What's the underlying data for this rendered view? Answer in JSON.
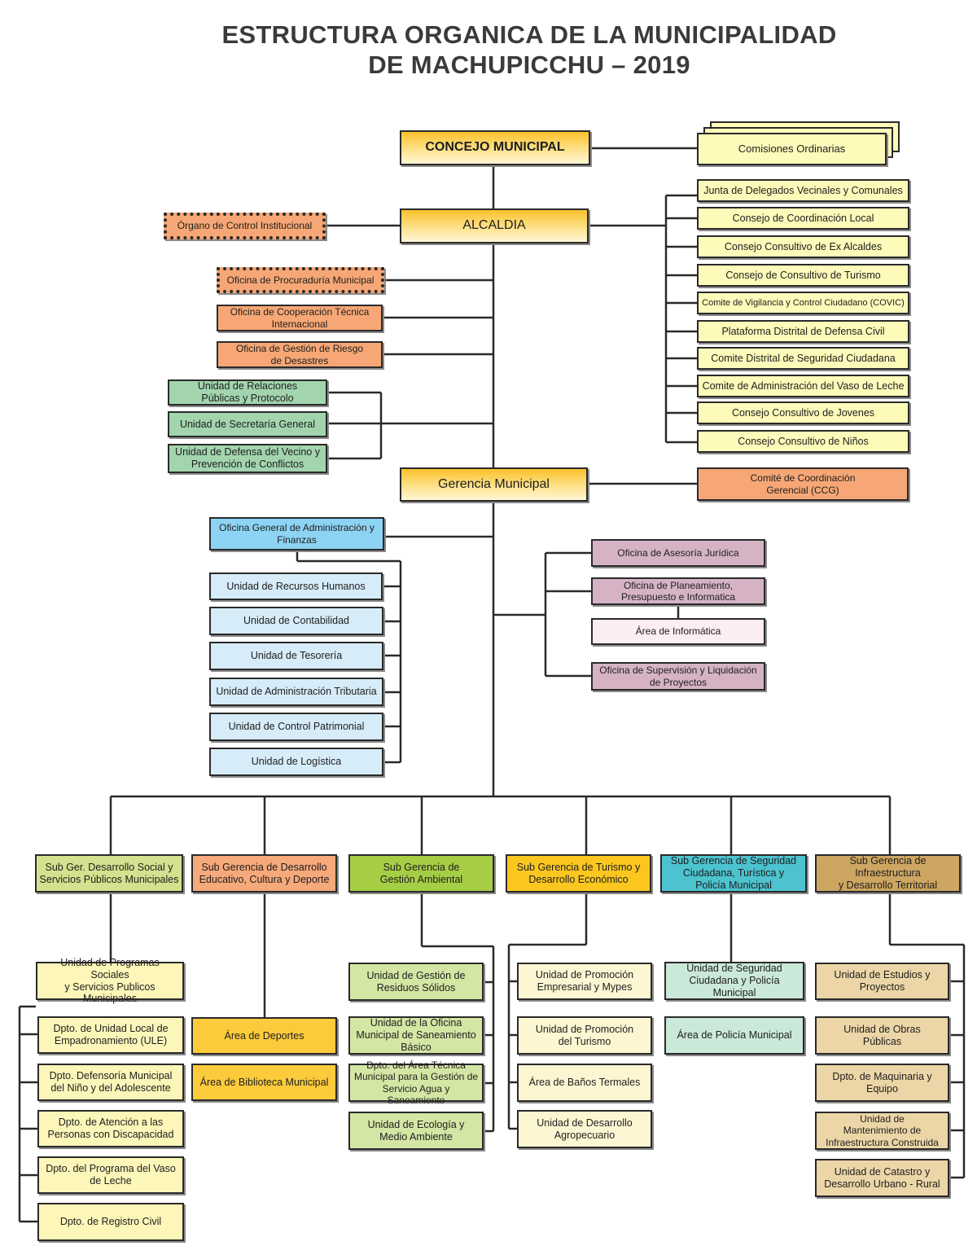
{
  "title": {
    "line1": "ESTRUCTURA ORGANICA DE LA MUNICIPALIDAD",
    "line2": "DE MACHUPICCHU – 2019"
  },
  "main": {
    "concejo": "CONCEJO MUNICIPAL",
    "alcaldia": "ALCALDIA",
    "gerencia": "Gerencia Municipal"
  },
  "comisiones": "Comisiones Ordinarias",
  "control": "Órgano de Control Institucional",
  "councils": [
    "Junta de Delegados Vecinales y Comunales",
    "Consejo de Coordinación Local",
    "Consejo Consultivo de Ex Alcaldes",
    "Consejo de Consultivo de Turismo",
    "Comite de Vigilancia y Control Ciudadano (COVIC)",
    "Plataforma Distrital de Defensa Civil",
    "Comite Distrital de Seguridad Ciudadana",
    "Comite  de Administración del Vaso de Leche",
    "Consejo Consultivo de Jovenes",
    "Consejo Consultivo de Niños"
  ],
  "alcaldia_offices": [
    {
      "l1": "Oficina de Procuraduría Municipal",
      "l2": ""
    },
    {
      "l1": "Oficina de Cooperación Técnica",
      "l2": "Internacional"
    },
    {
      "l1": "Oficina de Gestión de Riesgo",
      "l2": "de Desastres"
    }
  ],
  "green_units": [
    {
      "l1": "Unidad de Relaciones",
      "l2": "Públicas y Protocolo"
    },
    {
      "l1": "Unidad de Secretaría General",
      "l2": ""
    },
    {
      "l1": "Unidad de Defensa del Vecino y",
      "l2": "Prevención de Conflictos"
    }
  ],
  "ccg": {
    "l1": "Comité de Coordinación",
    "l2": "Gerencial (CCG)"
  },
  "admin": {
    "head": {
      "l1": "Oficina General de Administración y",
      "l2": "Finanzas"
    },
    "units": [
      "Unidad de Recursos Humanos",
      "Unidad de Contabilidad",
      "Unidad de Tesorería",
      "Unidad de Administración Tributaria",
      "Unidad de Control Patrimonial",
      "Unidad de Logística"
    ]
  },
  "advisory": [
    {
      "l1": "Oficina de Asesoría Jurídica",
      "l2": ""
    },
    {
      "l1": "Oficina de Planeamiento,",
      "l2": "Presupuesto e Informatica"
    },
    {
      "l1": "Área de Informática",
      "l2": ""
    },
    {
      "l1": "Oficina de Supervisión y Liquidación",
      "l2": "de Proyectos"
    }
  ],
  "subgerencias": [
    {
      "l1": "Sub Ger. Desarrollo Social y",
      "l2": "Servicios Públicos Municipales",
      "l3": ""
    },
    {
      "l1": "Sub Gerencia de Desarrollo",
      "l2": "Educativo, Cultura y Deporte",
      "l3": ""
    },
    {
      "l1": "Sub Gerencia de",
      "l2": "Gestión Ambiental",
      "l3": ""
    },
    {
      "l1": "Sub Gerencia de Turismo y",
      "l2": "Desarrollo Económico",
      "l3": ""
    },
    {
      "l1": "Sub Gerencia de Seguridad",
      "l2": "Ciudadana, Turística y",
      "l3": "Policía Municipal"
    },
    {
      "l1": "Sub Gerencia de Infraestructura",
      "l2": "y Desarrollo Territorial",
      "l3": ""
    }
  ],
  "col1": {
    "head": {
      "l1": "Unidad de Programas Sociales",
      "l2": "y Servicios Publicos Municipales"
    },
    "items": [
      {
        "l1": "Dpto. de Unidad Local de",
        "l2": "Empadronamiento (ULE)"
      },
      {
        "l1": "Dpto. Defensoría Municipal",
        "l2": "del Niño y del Adolescente"
      },
      {
        "l1": "Dpto. de Atención a las",
        "l2": "Personas con Discapacidad"
      },
      {
        "l1": "Dpto. del Programa del Vaso",
        "l2": "de Leche"
      },
      {
        "l1": "Dpto. de Registro Civil",
        "l2": ""
      }
    ]
  },
  "col2": [
    "Área de Deportes",
    "Área de Biblioteca Municipal"
  ],
  "col3": [
    {
      "l1": "Unidad de Gestión de",
      "l2": "Residuos Sólidos",
      "l3": ""
    },
    {
      "l1": "Unidad de la Oficina",
      "l2": "Municipal de Saneamiento",
      "l3": "Básico"
    },
    {
      "l1": "Dpto. del Área Técnica",
      "l2": "Municipal para la Gestión de",
      "l3": "Servicio Agua y Saneamiento"
    },
    {
      "l1": "Unidad de Ecología y",
      "l2": "Medio Ambiente",
      "l3": ""
    }
  ],
  "col4": [
    {
      "l1": "Unidad de Promoción",
      "l2": "Empresarial y Mypes"
    },
    {
      "l1": "Unidad de Promoción",
      "l2": "del Turismo"
    },
    {
      "l1": "Área de Baños Termales",
      "l2": ""
    },
    {
      "l1": "Unidad de Desarrollo",
      "l2": "Agropecuario"
    }
  ],
  "col5": [
    {
      "l1": "Unidad de Seguridad",
      "l2": "Ciudadana y Policía Municipal"
    },
    {
      "l1": "Área de Policía Municipal",
      "l2": ""
    }
  ],
  "col6": [
    {
      "l1": "Unidad de Estudios y",
      "l2": "Proyectos",
      "l3": ""
    },
    {
      "l1": "Unidad de Obras",
      "l2": "Públicas",
      "l3": ""
    },
    {
      "l1": "Dpto. de Maquinaria y",
      "l2": "Equipo",
      "l3": ""
    },
    {
      "l1": "Unidad de",
      "l2": "Mantenimiento de",
      "l3": "Infraestructura Construida"
    },
    {
      "l1": "Unidad de Catastro y",
      "l2": "Desarrollo Urbano - Rural",
      "l3": ""
    }
  ]
}
